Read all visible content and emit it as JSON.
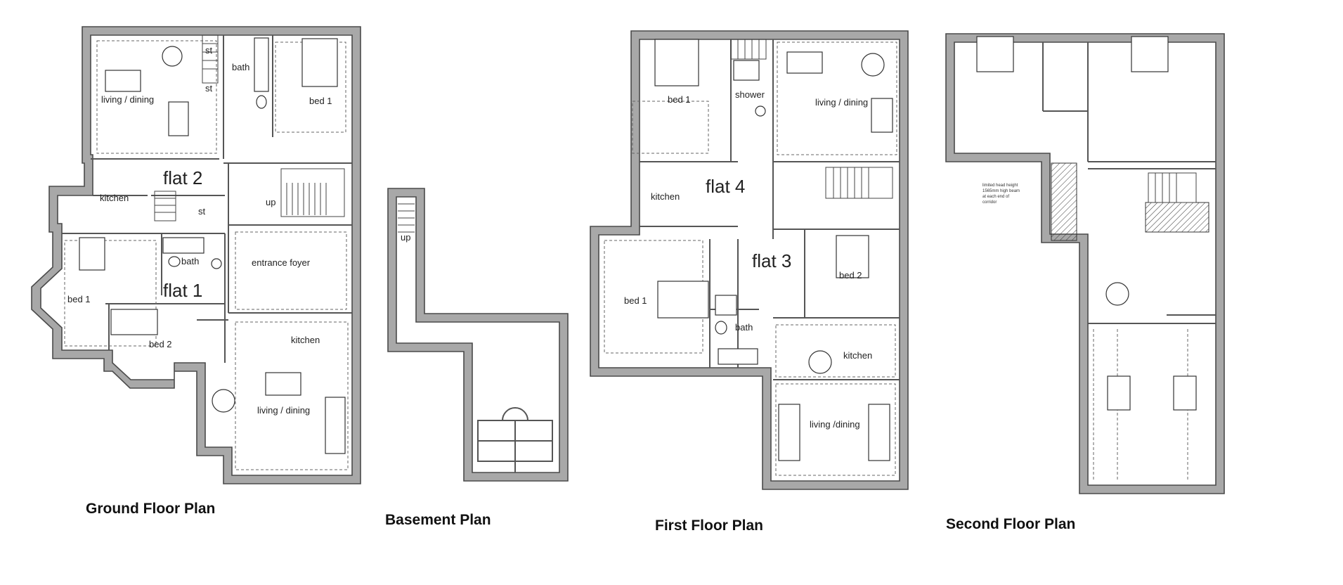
{
  "plans": {
    "ground": {
      "title": "Ground Floor Plan",
      "flat1": "flat 1",
      "flat2": "flat 2",
      "rooms": {
        "living_dining_top": "living / dining",
        "st1": "st",
        "st2": "st",
        "st3": "st",
        "bath_top": "bath",
        "bed1_top": "bed 1",
        "kitchen_left": "kitchen",
        "up": "up",
        "entrance_foyer": "entrance foyer",
        "bed1_left": "bed 1",
        "bath_mid": "bath",
        "bed2": "bed 2",
        "kitchen_right": "kitchen",
        "living_dining_bottom": "living / dining"
      }
    },
    "basement": {
      "title": "Basement Plan",
      "up": "up"
    },
    "first": {
      "title": "First Floor Plan",
      "flat3": "flat 3",
      "flat4": "flat 4",
      "rooms": {
        "bed1_top": "bed 1",
        "shower": "shower",
        "living_dining_top": "living / dining",
        "kitchen_left": "kitchen",
        "bed1_left": "bed 1",
        "bed2": "bed 2",
        "bath": "bath",
        "kitchen_right": "kitchen",
        "living_dining_bottom": "living /dining"
      }
    },
    "second": {
      "title": "Second Floor Plan",
      "note_line1": "limited head height",
      "note_line2": "1565mm high beam",
      "note_line3": "at each end of",
      "note_line4": "corridor"
    }
  },
  "colors": {
    "wall_fill": "#a8a8a8",
    "wall_stroke": "#4a4a4a",
    "background": "#ffffff"
  }
}
